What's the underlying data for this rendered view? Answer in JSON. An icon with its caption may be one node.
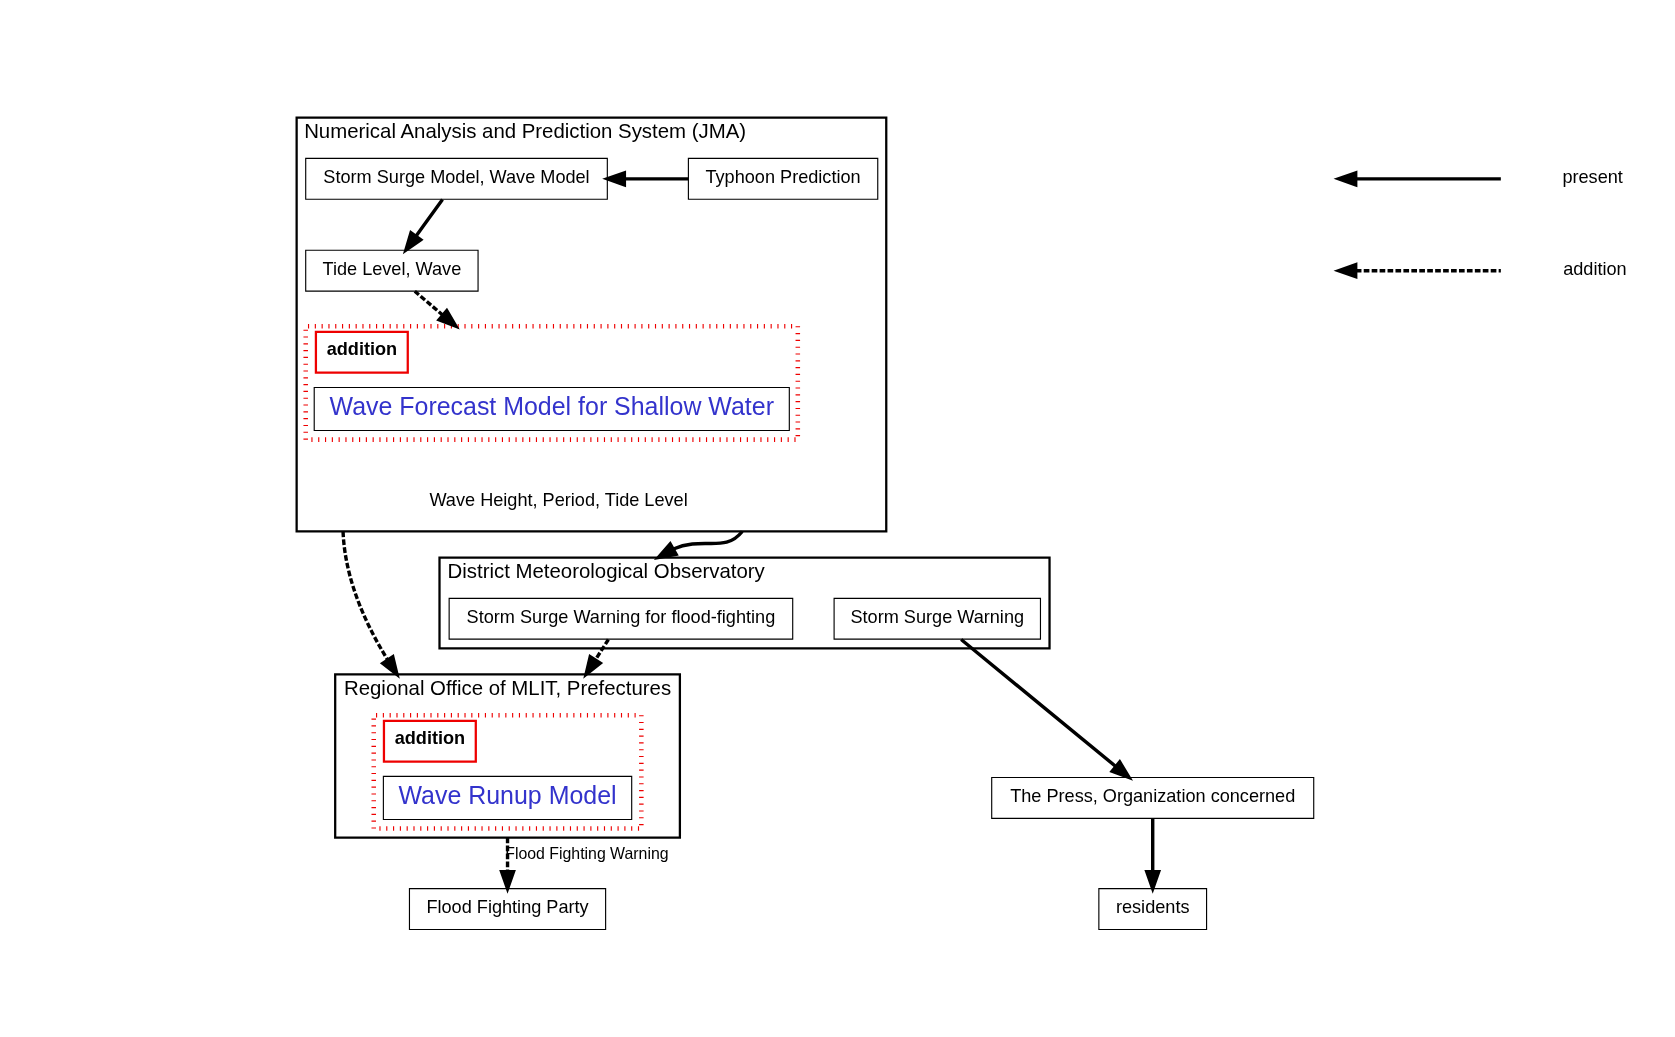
{
  "diagram": {
    "nodes": [
      {
        "text": [
          "Numerical Analysis and Prediction System (JMA)"
        ]
      },
      {
        "text": [
          "Typhoon Prediction"
        ],
        "in": 0
      },
      {
        "text": [
          "Storm Surge Model, Wave Model"
        ],
        "in": 0
      },
      {
        "text": [
          "Tide Level, Wave"
        ],
        "in": 0
      },
      {
        "text": [
          "addition"
        ],
        "in": 0,
        "beside": [
          "Wave Height, Period, Tide Level"
        ]
      },
      {
        "text": [
          "Wave Forecast Model for Shallow Water"
        ],
        "in": 4
      },
      {
        "text": [
          "Regional Office of MLIT, Prefectures"
        ]
      },
      {
        "text": [
          "addition"
        ],
        "in": 6
      },
      {
        "text": [
          "Wave Runup Model"
        ],
        "in": 7
      },
      {
        "text": [
          "Flood Fighting Party"
        ]
      },
      {
        "text": [
          "District Meteorological Observatory"
        ]
      },
      {
        "text": [
          "Storm Surge Warning for flood-fighting"
        ],
        "in": 10
      },
      {
        "text": [
          "Storm Surge Warning"
        ],
        "in": 10
      },
      {
        "text": [
          "The Press, Organization concerned"
        ]
      },
      {
        "text": [
          "residents"
        ]
      }
    ],
    "edges": [
      {
        "from": 1,
        "to": 2,
        "arrow": "to"
      },
      {
        "from": 2,
        "to": 3,
        "arrow": "to"
      },
      {
        "from": 3,
        "to": 4,
        "arrow": "to",
        "style": "dashed"
      },
      {
        "from": 0,
        "to": 6,
        "arrow": "to",
        "style": "dashed"
      },
      {
        "from": 0,
        "to": 10,
        "arrow": "to"
      },
      {
        "from": 6,
        "to": 9,
        "arrow": "to",
        "style": "dashed",
        "label": "Flood Fighting Warning"
      },
      {
        "from": 11,
        "to": 6,
        "arrow": "to",
        "style": "dashed"
      },
      {
        "from": 12,
        "to": 13,
        "arrow": "to"
      },
      {
        "from": 13,
        "to": 14,
        "arrow": "to"
      }
    ],
    "legend": [
      {
        "text": "present"
      },
      {
        "text": "addition"
      }
    ]
  }
}
